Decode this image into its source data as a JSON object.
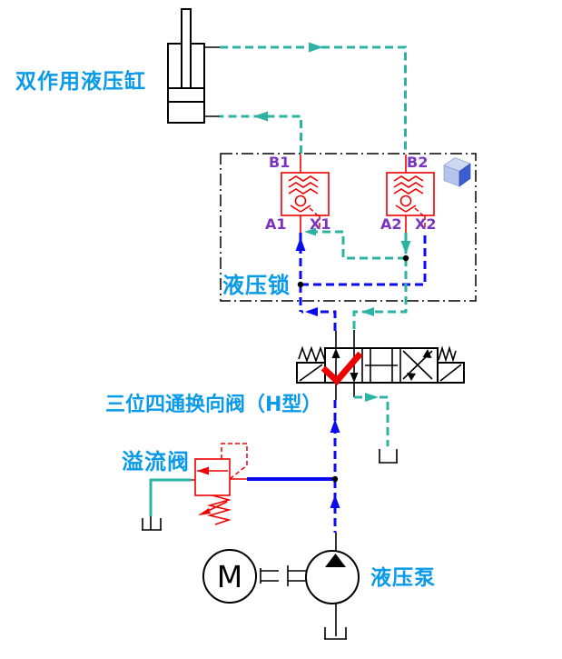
{
  "labels": {
    "cylinder": "双作用液压缸",
    "lock": "液压锁",
    "valve": "三位四通换向阀（H型）",
    "relief": "溢流阀",
    "pump": "液压泵"
  },
  "motor": {
    "letter": "M"
  },
  "ports": {
    "b1": "B1",
    "b2": "B2",
    "a1": "A1",
    "x1": "X1",
    "a2": "A2",
    "x2": "X2"
  },
  "colors": {
    "label_text": "#0a9ae8",
    "port_text": "#7b34bd",
    "pressure_line_blue": "#0a0af0",
    "work_line_teal": "#2db3a3",
    "valve_red": "#ee0000",
    "outline_black": "#000000",
    "cube_top": "#ccd8f2",
    "cube_left": "#b4c4ea",
    "cube_right": "#3a5ecf"
  }
}
